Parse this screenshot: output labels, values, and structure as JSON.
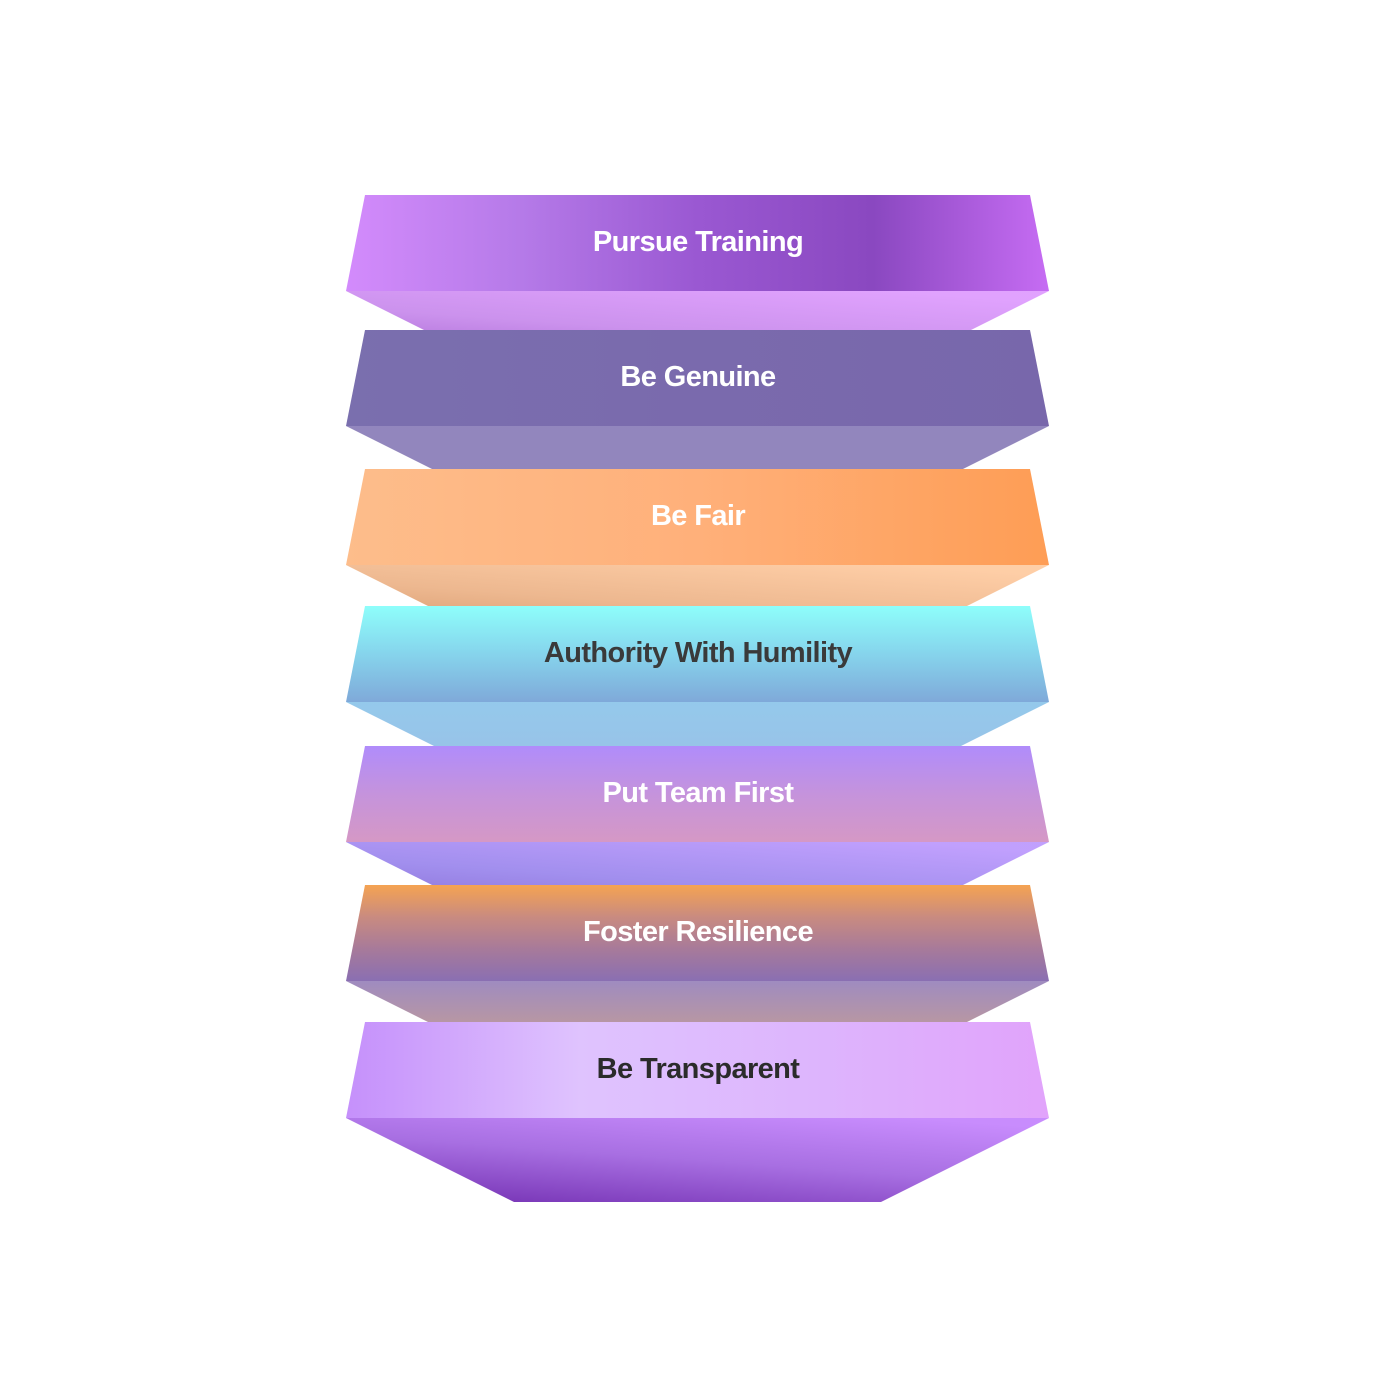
{
  "diagram": {
    "type": "stacked-layer-pyramid",
    "layers": [
      {
        "label": "Pursue Training",
        "text_color": "#ffffff",
        "top_face": {
          "direction": "horizontal",
          "stops": [
            "#d38bfc",
            "#b57ae8",
            "#9a58d2",
            "#8a48c0",
            "#c66cf3"
          ]
        },
        "bottom_face": {
          "direction": "diagonal",
          "stops": [
            "#8f3fc4",
            "#c07ae9",
            "#da8efe"
          ],
          "opacity": 1
        }
      },
      {
        "label": "Be Genuine",
        "text_color": "#ffffff",
        "top_face": {
          "direction": "horizontal",
          "stops": [
            "#7a6fae",
            "#7a6aad",
            "#7867ab"
          ]
        },
        "bottom_face": {
          "direction": "vertical",
          "stops": [
            "#7a6caf",
            "#7b6cad"
          ],
          "opacity": 1
        }
      },
      {
        "label": "Be Fair",
        "text_color": "#ffffff",
        "top_face": {
          "direction": "horizontal",
          "stops": [
            "#fdbd8b",
            "#ffb07a",
            "#fe9d55"
          ]
        },
        "bottom_face": {
          "direction": "diagonal",
          "stops": [
            "#c87b45",
            "#e9a877",
            "#fec393"
          ],
          "opacity": 1
        }
      },
      {
        "label": "Authority With Humility",
        "text_color": "#3a3a3a",
        "top_face": {
          "direction": "vertical",
          "stops": [
            "#8efefb",
            "#86d4ec",
            "#7fa9d9"
          ]
        },
        "bottom_face": {
          "direction": "vertical",
          "stops": [
            "#7dbde7",
            "#84b1e0"
          ],
          "opacity": 1
        }
      },
      {
        "label": "Put Team First",
        "text_color": "#ffffff",
        "top_face": {
          "direction": "vertical",
          "stops": [
            "#b08cfb",
            "#c593dc",
            "#d598c5"
          ]
        },
        "bottom_face": {
          "direction": "diagonal",
          "stops": [
            "#6a4ac8",
            "#8d76ea",
            "#b38bfd"
          ],
          "opacity": 1
        }
      },
      {
        "label": "Foster Resilience",
        "text_color": "#ffffff",
        "top_face": {
          "direction": "vertical",
          "stops": [
            "#f5a352",
            "#c98b80",
            "#a77a9a",
            "#8a6fb2"
          ]
        },
        "bottom_face": {
          "direction": "vertical",
          "stops": [
            "#8a72b2",
            "#a8808f",
            "#b98985"
          ],
          "opacity": 1
        }
      },
      {
        "label": "Be Transparent",
        "text_color": "#2b2b2b",
        "top_face": {
          "direction": "horizontal",
          "stops": [
            "#c590fb",
            "#dfc3fe",
            "#ddb5fd",
            "#e1a3fb"
          ]
        },
        "bottom_face": {
          "direction": "diagonal",
          "stops": [
            "#7a38b8",
            "#a86fe2",
            "#c88cfd"
          ],
          "opacity": 1
        }
      }
    ]
  }
}
